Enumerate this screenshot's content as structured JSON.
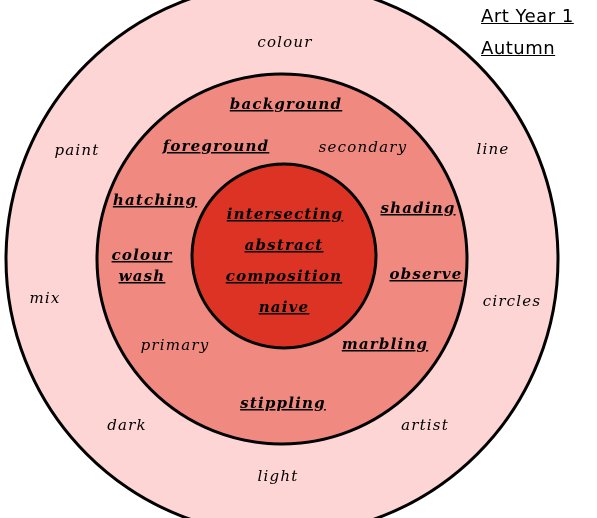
{
  "title": {
    "line1": "Art Year 1",
    "line2": "Autumn"
  },
  "colors": {
    "outer_ring": "#fdd5d5",
    "middle_ring": "#f08a80",
    "inner_circle": "#dc3325",
    "stroke": "#000000"
  },
  "outer_ring_words": {
    "colour": "colour",
    "paint": "paint",
    "line": "line",
    "mix": "mix",
    "circles": "circles",
    "dark": "dark",
    "artist": "artist",
    "light": "light"
  },
  "middle_ring_words": {
    "background": "background",
    "foreground": "foreground",
    "secondary": "secondary",
    "hatching": "hatching",
    "shading": "shading",
    "colour_wash_1": "colour",
    "colour_wash_2": "wash",
    "observe": "observe",
    "primary": "primary",
    "marbling": "marbling",
    "stippling": "stippling"
  },
  "inner_circle_words": {
    "intersecting": "intersecting",
    "abstract": "abstract",
    "composition": "composition",
    "naive": "naive"
  }
}
